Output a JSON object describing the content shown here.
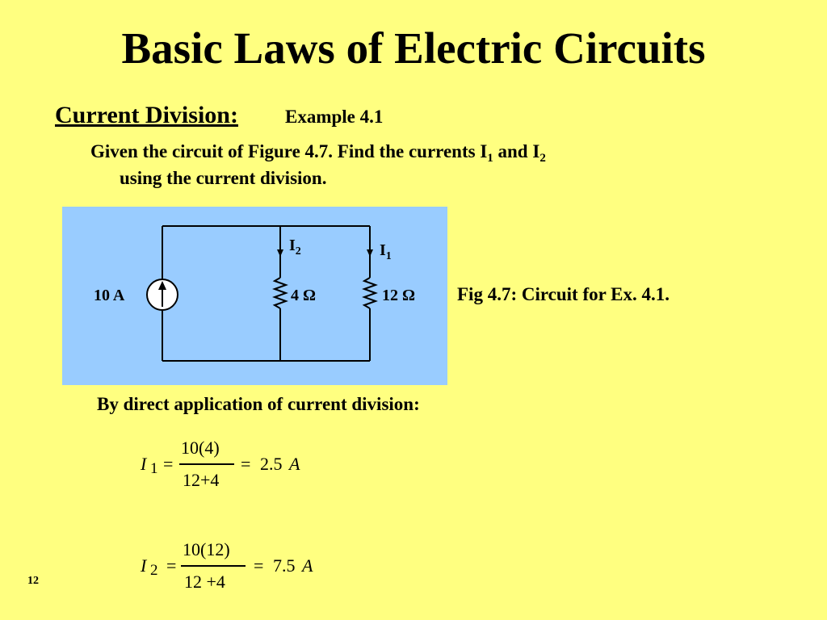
{
  "slide": {
    "title": "Basic Laws of Electric Circuits",
    "section_heading": "Current Division:",
    "example_label": "Example 4.1",
    "problem": {
      "line1_prefix": "Given the circuit of Figure 4.7.  Find the currents I",
      "line1_sub1": "1",
      "line1_mid": " and I",
      "line1_sub2": "2",
      "line2": "using the current division."
    },
    "figure_caption": "Fig 4.7:  Circuit for Ex. 4.1.",
    "method_text": "By direct application of current division:",
    "page_number": "12"
  },
  "circuit": {
    "source_label": "10 A",
    "resistor_left_label": "4 Ω",
    "resistor_right_label": "12 Ω",
    "current_left": {
      "symbol": "I",
      "sub": "2"
    },
    "current_right": {
      "symbol": "I",
      "sub": "1"
    }
  },
  "equations": [
    {
      "lhs": "I",
      "lhs_sub": "1",
      "equals": "=",
      "numerator": "10(4)",
      "denominator": "12+4",
      "result_value": "2.5",
      "result_unit": "A"
    },
    {
      "lhs": "I",
      "lhs_sub": "2",
      "equals": "=",
      "numerator": "10(12)",
      "denominator": "12 +4",
      "result_value": "7.5",
      "result_unit": "A"
    }
  ],
  "colors": {
    "background": "#ffff80",
    "circuit_panel": "#99ccff",
    "text": "#000000"
  }
}
